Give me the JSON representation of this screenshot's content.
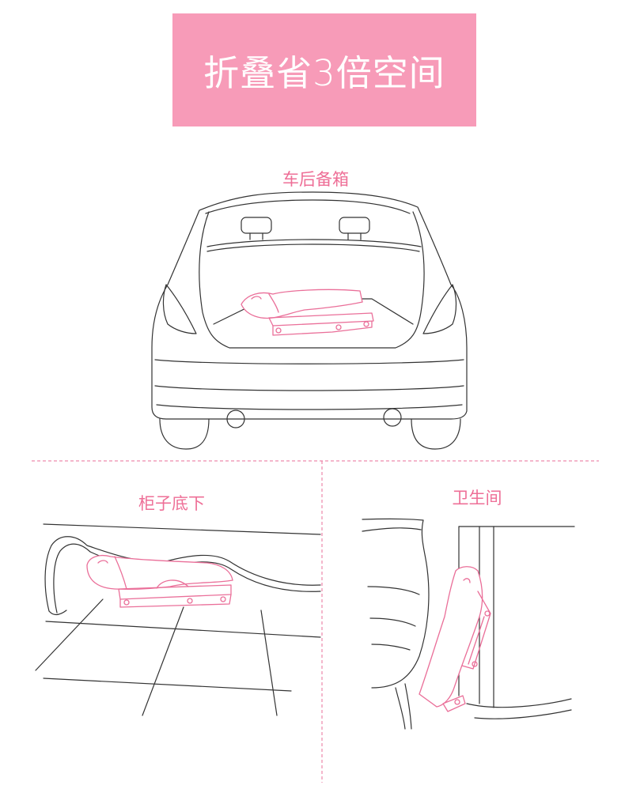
{
  "banner": {
    "title": "折叠省3倍空间",
    "color": "#f79bb8"
  },
  "sections": {
    "trunk": {
      "label": "车后备箱"
    },
    "cabinet": {
      "label": "柜子底下"
    },
    "bathroom": {
      "label": "卫生间"
    }
  },
  "colors": {
    "accent": "#ea6f99",
    "line": "#333333"
  }
}
